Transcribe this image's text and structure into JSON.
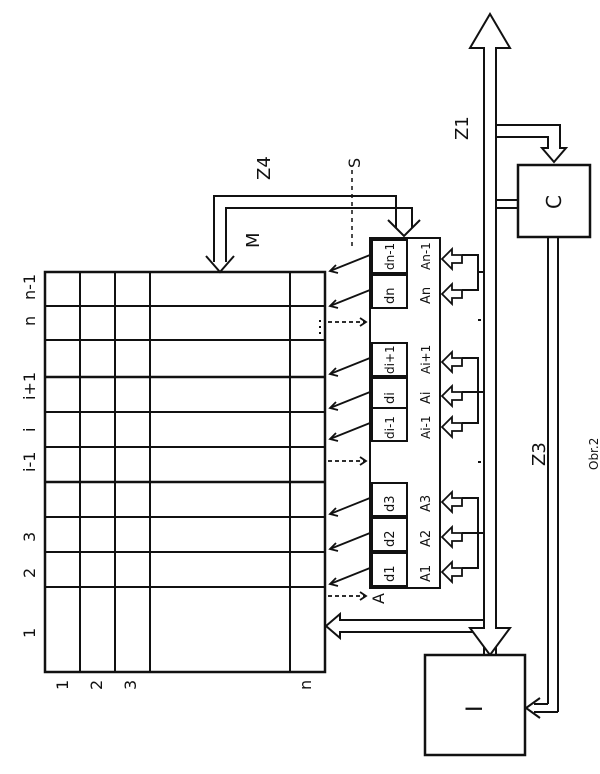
{
  "labels": {
    "matrix": "M",
    "controller": "C",
    "interface": "I",
    "bus_z1": "Z1",
    "bus_z3": "Z3",
    "bus_z4": "Z4",
    "signal_s": "S",
    "register_file": "A",
    "figure": "Obr.2"
  },
  "columns": [
    "1",
    "2",
    "3",
    "i-1",
    "i",
    "i+1",
    "n",
    "n-1"
  ],
  "rows": [
    "1",
    "2",
    "3",
    "n"
  ],
  "cells": [
    {
      "d": "d1",
      "a": "A1"
    },
    {
      "d": "d2",
      "a": "A2"
    },
    {
      "d": "d3",
      "a": "A3"
    },
    {
      "d": "di-1",
      "a": "Ai-1"
    },
    {
      "d": "di",
      "a": "Ai"
    },
    {
      "d": "di+1",
      "a": "Ai+1"
    },
    {
      "d": "dn",
      "a": "An"
    },
    {
      "d": "dn-1",
      "a": "An-1"
    }
  ]
}
